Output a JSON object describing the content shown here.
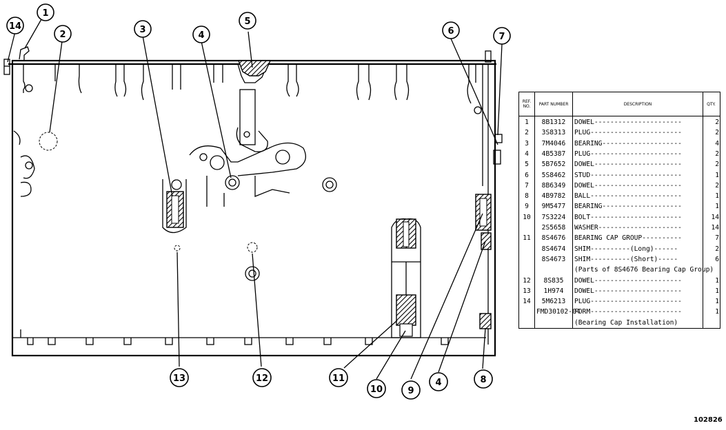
{
  "callouts": [
    "14",
    "1",
    "2",
    "3",
    "4",
    "5",
    "6",
    "7",
    "13",
    "12",
    "11",
    "10",
    "9",
    "4",
    "8"
  ],
  "table": {
    "headers": {
      "ref": "REF. NO.",
      "part": "PART NUMBER",
      "desc": "DESCRIPTION",
      "qty": "QTY."
    },
    "rows": [
      {
        "ref": "1",
        "pn": "8B1312",
        "desc": "DOWEL----------------------",
        "qty": "2"
      },
      {
        "ref": "2",
        "pn": "3S8313",
        "desc": "PLUG-----------------------",
        "qty": "2"
      },
      {
        "ref": "3",
        "pn": "7M4046",
        "desc": "BEARING--------------------",
        "qty": "4"
      },
      {
        "ref": "4",
        "pn": "4B5387",
        "desc": "PLUG-----------------------",
        "qty": "2"
      },
      {
        "ref": "5",
        "pn": "5B7652",
        "desc": "DOWEL----------------------",
        "qty": "2"
      },
      {
        "ref": "6",
        "pn": "5S8462",
        "desc": "STUD-----------------------",
        "qty": "1"
      },
      {
        "ref": "7",
        "pn": "8B6349",
        "desc": "DOWEL----------------------",
        "qty": "2"
      },
      {
        "ref": "8",
        "pn": "4B9782",
        "desc": "BALL-----------------------",
        "qty": "1"
      },
      {
        "ref": "9",
        "pn": "9M5477",
        "desc": "BEARING--------------------",
        "qty": "1"
      },
      {
        "ref": "10",
        "pn": "7S3224",
        "desc": "BOLT-----------------------",
        "qty": "14"
      },
      {
        "ref": "",
        "pn": "2S5658",
        "desc": "WASHER---------------------",
        "qty": "14"
      },
      {
        "ref": "11",
        "pn": "8S4676",
        "desc": "BEARING CAP GROUP----------",
        "qty": "7"
      },
      {
        "ref": "",
        "pn": "8S4674",
        "desc": " SHIM----------(Long)------",
        "qty": "2"
      },
      {
        "ref": "",
        "pn": "8S4673",
        "desc": " SHIM----------(Short)-----",
        "qty": "6"
      },
      {
        "ref": "",
        "pn": "",
        "desc": "(Parts of 8S4676 Bearing Cap Group)",
        "qty": ""
      },
      {
        "ref": "12",
        "pn": "8S835",
        "desc": "DOWEL----------------------",
        "qty": "1"
      },
      {
        "ref": "13",
        "pn": "1H974",
        "desc": "DOWEL----------------------",
        "qty": "1"
      },
      {
        "ref": "14",
        "pn": "5M6213",
        "desc": "PLUG-----------------------",
        "qty": "1"
      },
      {
        "ref": "",
        "pn": "FMD30102-04",
        "desc": "FORM-----------------------",
        "qty": "1"
      },
      {
        "ref": "",
        "pn": "",
        "desc": "   (Bearing Cap Installation)",
        "qty": ""
      }
    ]
  },
  "figure_id": "102826"
}
